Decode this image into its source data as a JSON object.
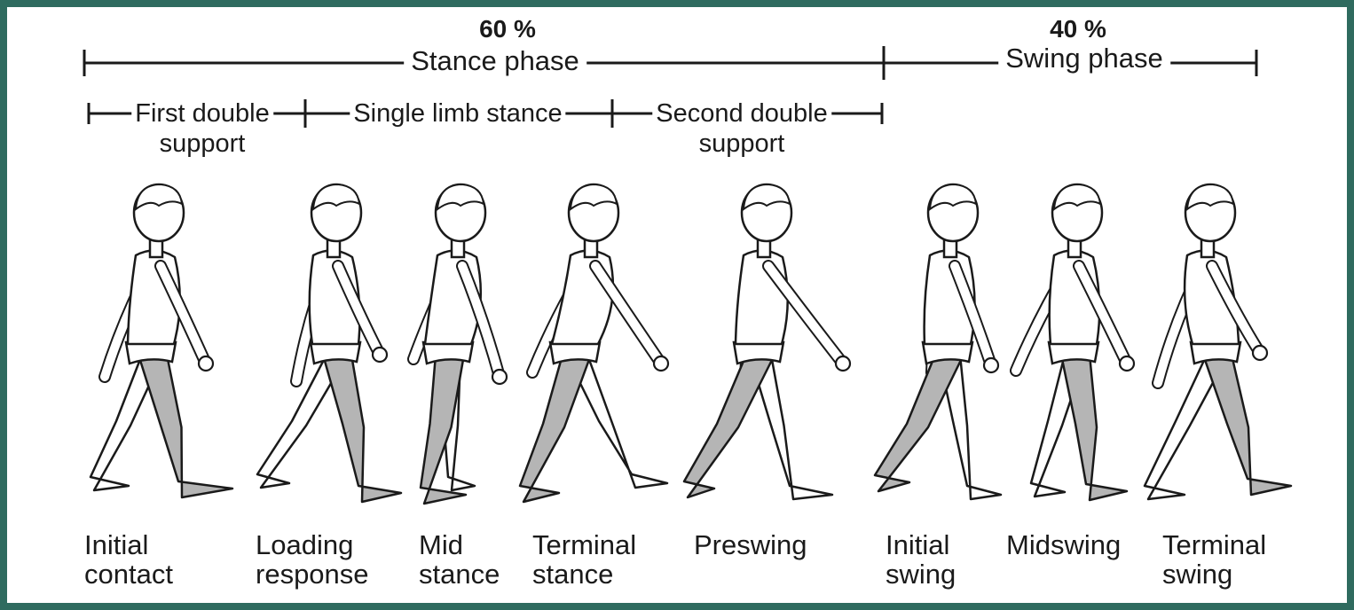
{
  "colors": {
    "frame": "#2f6b5f",
    "ink": "#1a1a1a",
    "limb_shade": "#b5b5b5",
    "skin": "#ffffff"
  },
  "phases": {
    "stance": {
      "percent": "60 %",
      "name": "Stance phase"
    },
    "swing": {
      "percent": "40 %",
      "name": "Swing phase"
    }
  },
  "subphases": [
    {
      "text": "First double\nsupport"
    },
    {
      "text": "Single limb stance"
    },
    {
      "text": "Second double\nsupport"
    }
  ],
  "events": [
    {
      "label": "Initial\ncontact"
    },
    {
      "label": "Loading\nresponse"
    },
    {
      "label": "Mid\nstance"
    },
    {
      "label": "Terminal\nstance"
    },
    {
      "label": "Preswing"
    },
    {
      "label": "Initial\nswing"
    },
    {
      "label": "Midswing"
    },
    {
      "label": "Terminal\nswing"
    }
  ]
}
